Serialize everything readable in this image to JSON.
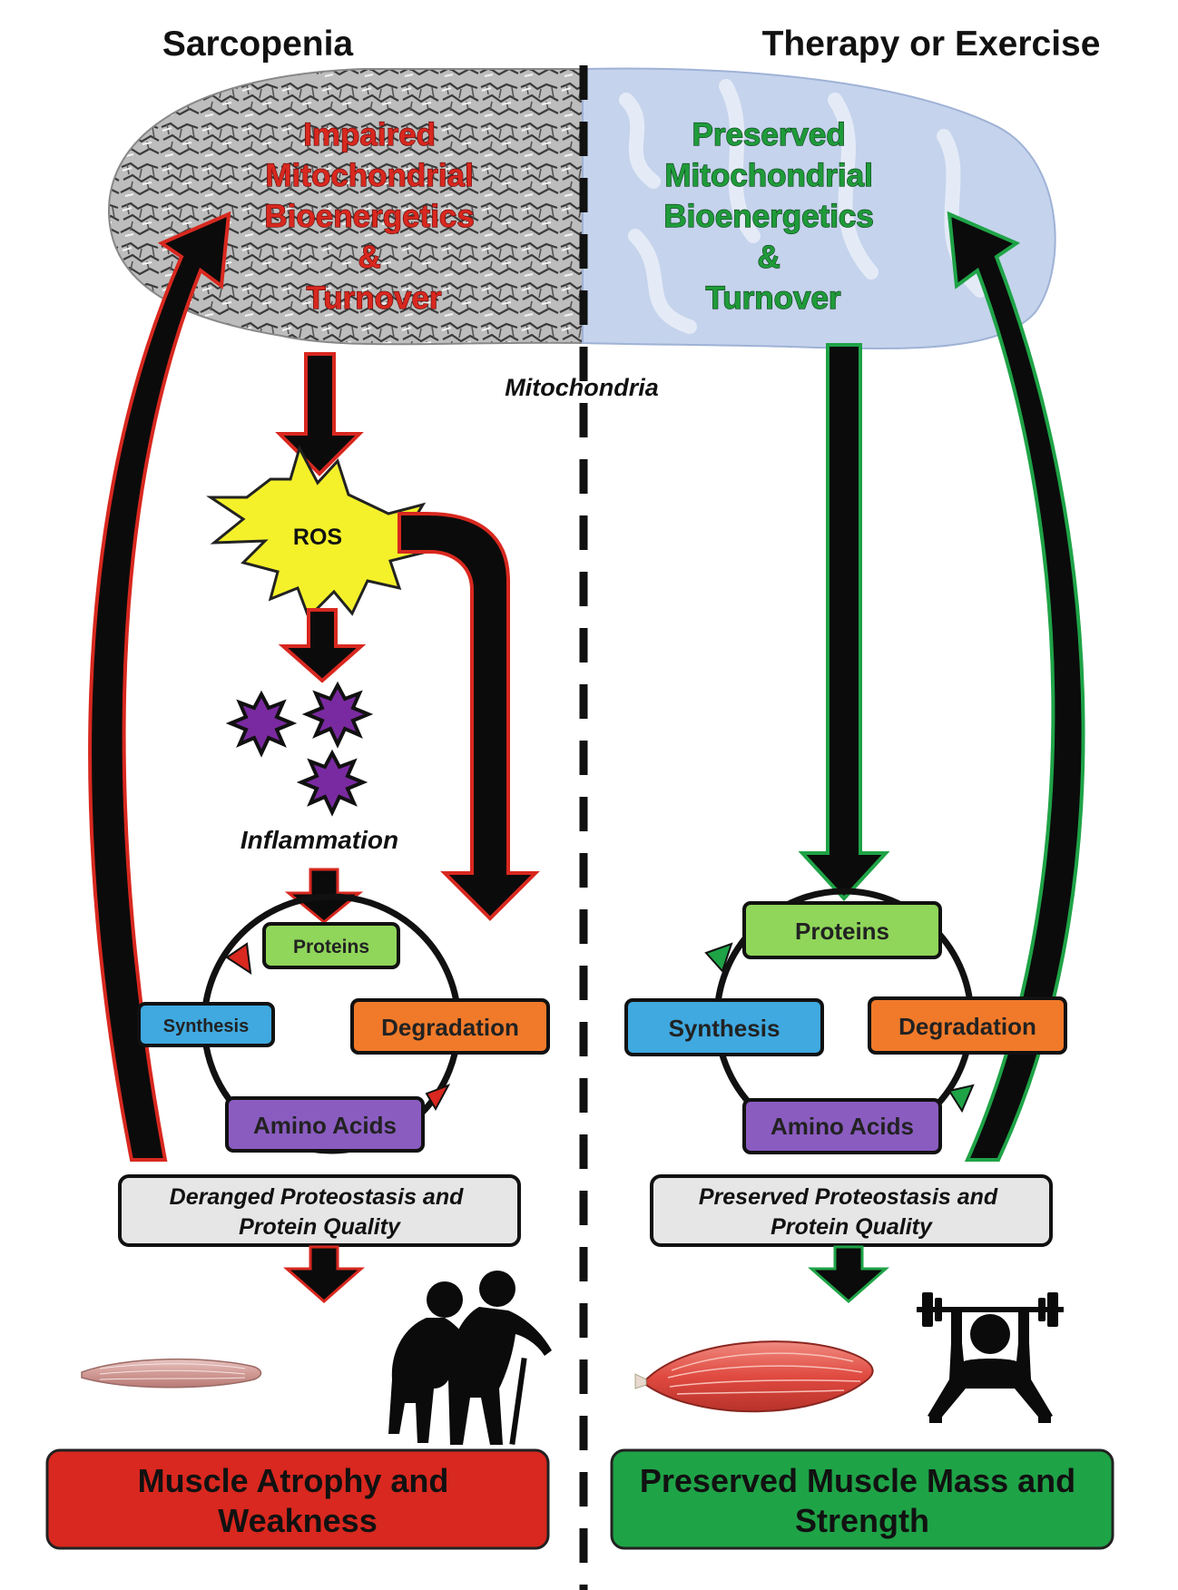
{
  "headers": {
    "left": "Sarcopenia",
    "right": "Therapy or Exercise"
  },
  "mitochondria": {
    "left_lines": [
      "Impaired",
      "Mitochondrial",
      "Bioenergetics",
      "&",
      "Turnover"
    ],
    "right_lines": [
      "Preserved",
      "Mitochondrial",
      "Bioenergetics",
      "&",
      "Turnover"
    ],
    "center_label": "Mitochondria"
  },
  "ros_label": "ROS",
  "inflammation_label": "Inflammation",
  "left_cycle": {
    "top": "Proteins",
    "left": "Synthesis",
    "right": "Degradation",
    "bottom": "Amino Acids"
  },
  "right_cycle": {
    "top": "Proteins",
    "left": "Synthesis",
    "right": "Degradation",
    "bottom": "Amino Acids"
  },
  "proteostasis": {
    "left_lines": [
      "Deranged Proteostasis and",
      "Protein Quality"
    ],
    "right_lines": [
      "Preserved Proteostasis and",
      "Protein Quality"
    ]
  },
  "results": {
    "left_lines": [
      "Muscle Atrophy and",
      "Weakness"
    ],
    "right_lines": [
      "Preserved Muscle Mass and",
      "Strength"
    ]
  },
  "icons": {
    "elderly": "elderly-couple-icon",
    "weightlifter": "weightlifter-icon",
    "atrophied_muscle": "atrophied-muscle-icon",
    "healthy_muscle": "healthy-muscle-icon",
    "inflammation": "inflammation-burst-icon"
  },
  "colors": {
    "red": "#d8281f",
    "green": "#1fa347",
    "protein_box": "#8fd65a",
    "synthesis_box": "#3fa9e0",
    "degradation_box": "#f07a2a",
    "amino_box": "#8a5cc0",
    "proteostasis_box": "#e6e6e6",
    "ros": "#f4f12a",
    "healthy_mito": "#c5d3ec"
  }
}
